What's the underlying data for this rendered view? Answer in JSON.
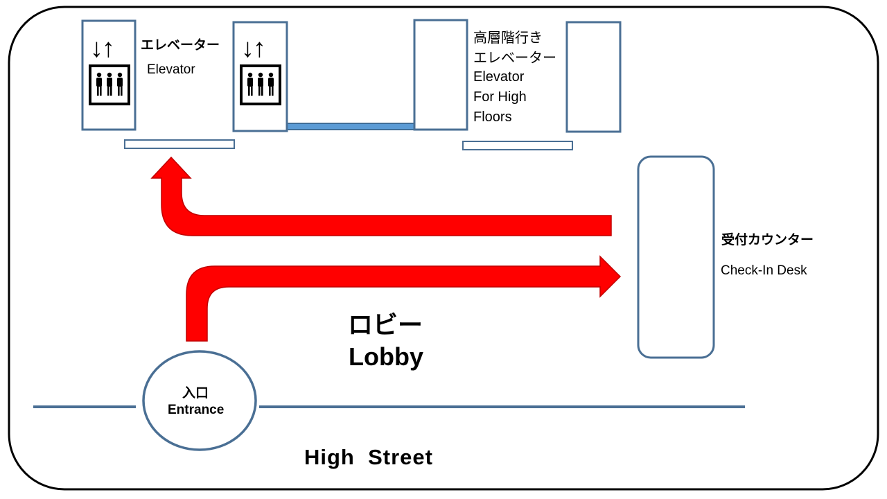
{
  "elevators": {
    "label_jp": "エレベーター",
    "label_en": "Elevator",
    "down_arrow": "↓",
    "up_arrow": "↑"
  },
  "high_floor_elevators": {
    "label_jp_line1": "高層階行き",
    "label_jp_line2": "エレベーター",
    "label_en_line1": "Elevator",
    "label_en_line2": "For High",
    "label_en_line3": "Floors"
  },
  "checkin": {
    "label_jp": "受付カウンター",
    "label_en": "Check-In Desk"
  },
  "lobby": {
    "label_jp": "ロビー",
    "label_en": "Lobby"
  },
  "entrance": {
    "label_jp": "入口",
    "label_en": "Entrance"
  },
  "street": {
    "label": "High  Street"
  },
  "colors": {
    "outline": "#000000",
    "box_border": "#4a6f94",
    "connector": "#5b9bd5",
    "arrow": "#ff0000",
    "arrow_stroke": "#c00000"
  },
  "icons": [
    "elevator-icon",
    "elevator-icon",
    "route-arrow",
    "route-arrow"
  ]
}
